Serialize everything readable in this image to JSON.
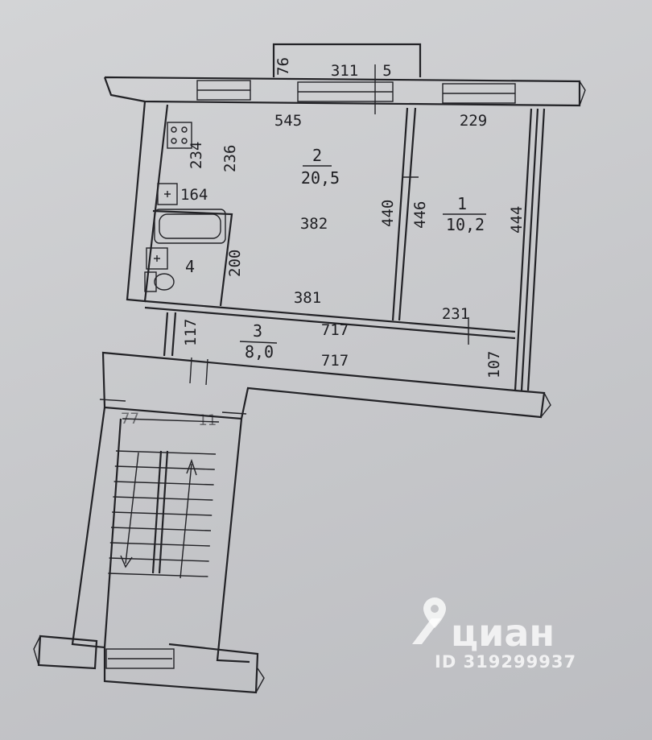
{
  "rooms": [
    {
      "number": "1",
      "area": "10,2"
    },
    {
      "number": "2",
      "area": "20,5"
    },
    {
      "number": "3",
      "area": "8,0"
    },
    {
      "number": "4"
    }
  ],
  "dimensions": {
    "balcony_depth": "76",
    "balcony_width": "311",
    "balcony_small": "5",
    "room2_top": "545",
    "room1_top": "229",
    "kitchen_234": "234",
    "kitchen_236": "236",
    "sink_164": "164",
    "room2_382": "382",
    "wall_440": "440",
    "wall_446": "446",
    "right_444": "444",
    "bath_200": "200",
    "room2_bottom": "381",
    "room1_bottom": "231",
    "hall_117": "117",
    "hall_717_top": "717",
    "hall_717_bottom": "717",
    "hall_107": "107"
  },
  "stair_marks": {
    "left": "77",
    "right": "11"
  },
  "watermark": {
    "brand": "циан",
    "listing_id": "ID 319299937"
  },
  "colors": {
    "ink": "#222226",
    "paper": "#c9cacd",
    "watermark": "#ffffff"
  }
}
